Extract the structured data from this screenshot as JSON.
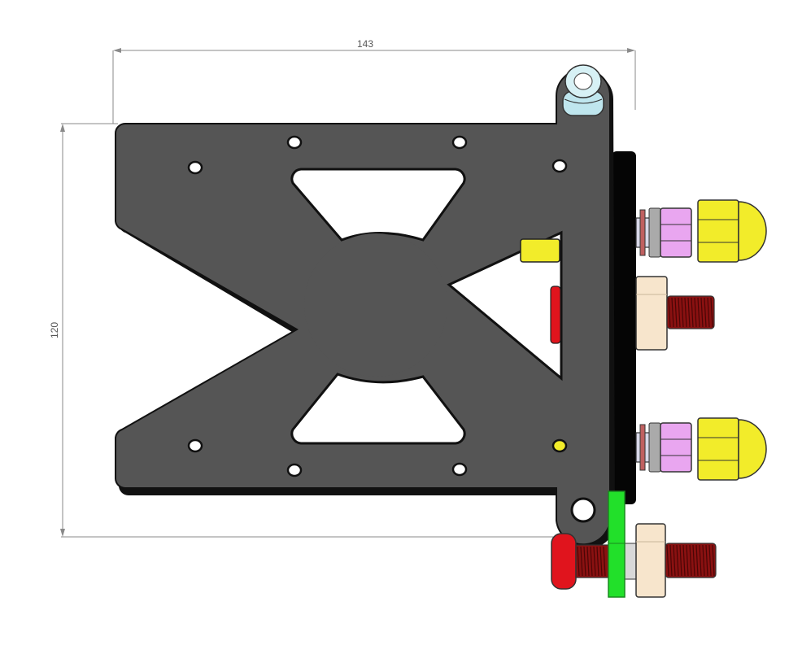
{
  "dimensions": {
    "width_label": "143",
    "height_label": "120"
  },
  "colors": {
    "plate": "#555555",
    "plate_edge": "#111111",
    "acorn_nut": "#f2ec2a",
    "hex_nut": "#e9a6f0",
    "bolt_head": "#e0141d",
    "bolt_thread": "#8a1111",
    "spacer": "#f7e5cc",
    "green_spacer": "#22e02a",
    "pivot_knob": "#bfe6ee",
    "bar": "#050505",
    "dimension_line": "#8a8a8a"
  },
  "parts": [
    {
      "name": "carriage-plate",
      "kind": "plate"
    },
    {
      "name": "side-bar",
      "kind": "bar"
    },
    {
      "name": "pivot-knob",
      "kind": "knob"
    },
    {
      "name": "acorn-nut-upper",
      "kind": "acorn-nut"
    },
    {
      "name": "acorn-nut-lower",
      "kind": "acorn-nut"
    },
    {
      "name": "bolt-middle",
      "kind": "bolt"
    },
    {
      "name": "bolt-bottom",
      "kind": "bolt"
    },
    {
      "name": "green-spacer",
      "kind": "spacer"
    }
  ]
}
